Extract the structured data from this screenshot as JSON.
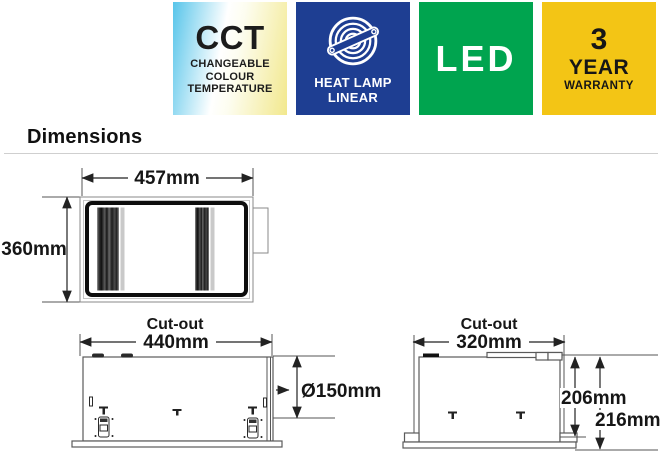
{
  "badges": {
    "cct": {
      "title": "CCT",
      "subtitle_lines": [
        "CHANGEABLE",
        "COLOUR",
        "TEMPERATURE"
      ],
      "gradient_left": "#58c5ea",
      "gradient_right": "#f2e88d",
      "text_color": "#1c1c1c"
    },
    "heat_lamp": {
      "icon": "heat-lamp-linear-icon",
      "lines": [
        "HEAT LAMP",
        "LINEAR"
      ],
      "background": "#1e3e92",
      "text_color": "#ffffff"
    },
    "led": {
      "label": "LED",
      "background": "#00a44f",
      "text_color": "#ffffff"
    },
    "warranty": {
      "number": "3",
      "line1": "YEAR",
      "line2": "WARRANTY",
      "background": "#f3c515",
      "text_color": "#161616"
    }
  },
  "section": {
    "title": "Dimensions"
  },
  "drawings": {
    "front_view": {
      "width_label": "457mm",
      "height_label": "360mm"
    },
    "side_view": {
      "cutout_label": "Cut-out",
      "width_label": "440mm",
      "duct_label": "Ø150mm"
    },
    "end_view": {
      "cutout_label": "Cut-out",
      "width_label": "320mm",
      "depth_label": "206mm",
      "overall_depth_label": "216mm"
    }
  }
}
